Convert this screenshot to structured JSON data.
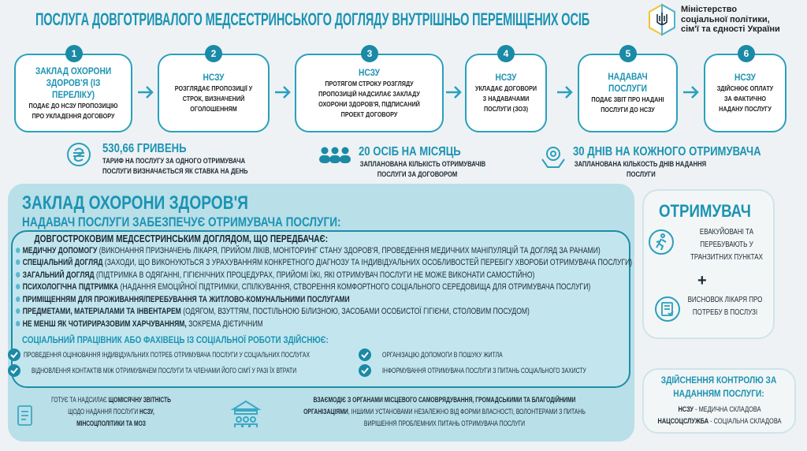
{
  "header": {
    "title": "ПОСЛУГА ДОВГОТРИВАЛОГО МЕДСЕСТРИНСЬКОГО ДОГЛЯДУ ВНУТРІШНЬО ПЕРЕМІЩЕНИХ ОСІБ",
    "logo": {
      "line1": "Міністерство",
      "line2": "соціальної політики,",
      "line3": "сім'ї та єдності України"
    }
  },
  "steps": [
    {
      "num": "1",
      "title": "ЗАКЛАД ОХОРОНИ ЗДОРОВ'Я (ІЗ ПЕРЕЛІКУ)",
      "text": "ПОДАЄ ДО НСЗУ ПРОПОЗИЦІЮ ПРО УКЛАДЕННЯ ДОГОВОРУ"
    },
    {
      "num": "2",
      "title": "НСЗУ",
      "text": "РОЗГЛЯДАЄ ПРОПОЗИЦІЇ У СТРОК, ВИЗНАЧЕНИЙ ОГОЛОШЕННЯМ"
    },
    {
      "num": "3",
      "title": "НСЗУ",
      "text": "ПРОТЯГОМ СТРОКУ РОЗГЛЯДУ ПРОПОЗИЦІЙ НАДСИЛАЄ ЗАКЛАДУ ОХОРОНИ ЗДОРОВ'Я, ПІДПИСАНИЙ ПРОЕКТ ДОГОВОРУ"
    },
    {
      "num": "4",
      "title": "НСЗУ",
      "text": "УКЛАДАЄ ДОГОВОРИ З НАДАВАЧАМИ ПОСЛУГИ (ЗОЗ)"
    },
    {
      "num": "5",
      "title": "НАДАВАЧ ПОСЛУГИ",
      "text": "ПОДАЄ ЗВІТ ПРО НАДАНІ ПОСЛУГИ ДО НСЗУ"
    },
    {
      "num": "6",
      "title": "НСЗУ",
      "text": "ЗДІЙСНЮЄ ОПЛАТУ ЗА ФАКТИЧНО НАДАНУ ПОСЛУГУ"
    }
  ],
  "stats": [
    {
      "icon": "hryvnia-icon",
      "big": "530,66 ГРИВЕНЬ",
      "l1": "ТАРИФ НА ПОСЛУГУ ЗА ОДНОГО ОТРИМУВАЧА",
      "l2": "ПОСЛУГИ ВИЗНАЧАЄТЬСЯ ЯК СТАВКА НА ДЕНЬ"
    },
    {
      "icon": "people-icon",
      "big": "20 ОСІБ НА МІСЯЦЬ",
      "l1": "ЗАПЛАНОВАНА КІЛЬКІСТЬ ОТРИМУВАЧІВ",
      "l2": "ПОСЛУГИ ЗА ДОГОВОРОМ"
    },
    {
      "icon": "hands-gear-icon",
      "big": "30 ДНІВ НА КОЖНОГО ОТРИМУВАЧА",
      "l1": "ЗАПЛАНОВАНА КІЛЬКОСТЬ ДНІВ НАДАННЯ",
      "l2": "ПОСЛУГИ"
    }
  ],
  "main": {
    "title": "ЗАКЛАД ОХОРОНИ ЗДОРОВ'Я",
    "subtitle": "НАДАВАЧ ПОСЛУГИ ЗАБЕЗПЕЧУЄ ОТРИМУВАЧА ПОСЛУГИ:",
    "care_heading": "ДОВГОСТРОКОВИМ МЕДСЕСТРИНСЬКИМ ДОГЛЯДОМ, ЩО ПЕРЕДБАЧАЄ:",
    "items": [
      {
        "b": "МЕДИЧНУ ДОПОМОГУ",
        "t": " (ВИКОНАННЯ ПРИЗНАЧЕНЬ ЛІКАРЯ, ПРИЙОМ ЛІКІВ, МОНІТОРИНГ СТАНУ ЗДОРОВ'Я, ПРОВЕДЕННЯ МЕДИЧНИХ МАНІПУЛЯЦІЙ ТА ДОГЛЯД ЗА РАНАМИ)"
      },
      {
        "b": "СПЕЦІАЛЬНИЙ ДОГЛЯД",
        "t": " (ЗАХОДИ, ЩО ВИКОНУЮТЬСЯ З УРАХУВАННЯМ КОНКРЕТНОГО ДІАГНОЗУ ТА ІНДИВІДУАЛЬНИХ ОСОБЛИВОСТЕЙ ПЕРЕБІГУ ХВОРОБИ ОТРИМУВАЧА ПОСЛУГИ)"
      },
      {
        "b": "ЗАГАЛЬНИЙ ДОГЛЯД",
        "t": " (ПІДТРИМКА В ОДЯГАННІ, ГІГІЄНІЧНИХ ПРОЦЕДУРАХ, ПРИЙОМІ ЇЖІ, ЯКІ ОТРИМУВАЧ ПОСЛУГИ НЕ МОЖЕ ВИКОНАТИ САМОСТІЙНО)"
      },
      {
        "b": "ПСИХОЛОГІЧНА ПІДТРИМКА",
        "t": " (НАДАННЯ ЕМОЦІЙНОЇ ПІДТРИМКИ, СПІЛКУВАННЯ, СТВОРЕННЯ КОМФОРТНОГО СОЦІАЛЬНОГО СЕРЕДОВИЩА ДЛЯ ОТРИМУВАЧА ПОСЛУГИ)"
      },
      {
        "b": "ПРИМІЩЕННЯМ ДЛЯ ПРОЖИВАННЯ/ПЕРЕБУВАННЯ ТА ЖИТЛОВО-КОМУНАЛЬНИМИ ПОСЛУГАМИ",
        "t": ""
      },
      {
        "b": "ПРЕДМЕТАМИ, МАТЕРІАЛАМИ ТА ІНВЕНТАРЕМ",
        "t": " (ОДЯГОМ, ВЗУТТЯМ, ПОСТІЛЬНОЮ БІЛИЗНОЮ, ЗАСОБАМИ ОСОБИСТОЇ ГІГІЄНИ, СТОЛОВИМ ПОСУДОМ)"
      },
      {
        "b": "НЕ МЕНШ ЯК ЧОТИРИРАЗОВИМ ХАРЧУВАННЯМ,",
        "t": " ЗОКРЕМА ДІЄТИЧНИМ"
      }
    ],
    "social_heading": "СОЦІАЛЬНИЙ ПРАЦІВНИК АБО ФАХІВЕЦЬ ІЗ СОЦІАЛЬНОЇ РОБОТИ ЗДІЙСНЮЄ:",
    "social": [
      "ПРОВЕДЕННЯ ОЦІНЮВАННЯ ІНДИВІДУАЛЬНИХ ПОТРЕБ ОТРИМУВАЧА ПОСЛУГИ У СОЦІАЛЬНИХ ПОСЛУГАХ",
      "ВІДНОВЛЕННЯ КОНТАКТІВ МІЖ ОТРИМУВАЧЕМ ПОСЛУГИ ТА ЧЛЕНАМИ ЙОГО СІМ'Ї У РАЗІ ЇХ ВТРАТИ",
      "ОРГАНІЗАЦІЮ ДОПОМОГИ В ПОШУКУ ЖИТЛА",
      "ІНФОРМУВАННЯ ОТРИМУВАЧА ПОСЛУГИ З ПИТАНЬ СОЦІАЛЬНОГО ЗАХИСТУ"
    ],
    "report": {
      "a": "ГОТУЄ ТА НАДСИЛАЄ ",
      "b": "ЩОМІСЯЧНУ ЗВІТНІСТЬ",
      "c": "ЩОДО НАДАННЯ ПОСЛУГИ ",
      "d": "НСЗУ,",
      "e": "МІНСОЦПОЛІТИКИ ТА МОЗ"
    },
    "interact": {
      "a": "ВЗАЄМОДІЄ З ОРГАНАМИ МІСЦЕВОГО САМОВРЯДУВАННЯ, ГРОМАДСЬКИМИ ТА БЛАГОДІЙНИМИ",
      "b": "ОРГАНІЗАЦІЯМИ",
      "c": ", ІНШИМИ УСТАНОВАМИ НЕЗАЛЕЖНО ВІД ФОРМИ ВЛАСНОСТІ, ВОЛОНТЕРАМИ З ПИТАНЬ",
      "d": "ВИРІШЕННЯ ПРОБЛЕМНИХ ПИТАНЬ ОТРИМУВАЧА ПОСЛУГИ"
    }
  },
  "recipient": {
    "title": "ОТРИМУВАЧ",
    "c1": "ЕВАКУЙОВАНІ ТА ПЕРЕБУВАЮТЬ У ТРАНЗИТНИХ ПУНКТАХ",
    "plus": "+",
    "c2": "ВИСНОВОК ЛІКАРЯ ПРО ПОТРЕБУ В ПОСЛУЗІ"
  },
  "control": {
    "title": "ЗДІЙСНЕННЯ КОНТРОЛЮ ЗА НАДАННЯМ ПОСЛУГИ:",
    "r1b": "НСЗУ",
    "r1": " - МЕДИЧНА СКЛАДОВА",
    "r2b": "НАЦСОЦСЛУЖБА",
    "r2": " - СОЦІАЛЬНА СКЛАДОВА"
  },
  "colors": {
    "accent": "#1b93b3",
    "panel": "#b9dfe8",
    "dark": "#1a8aa6"
  }
}
